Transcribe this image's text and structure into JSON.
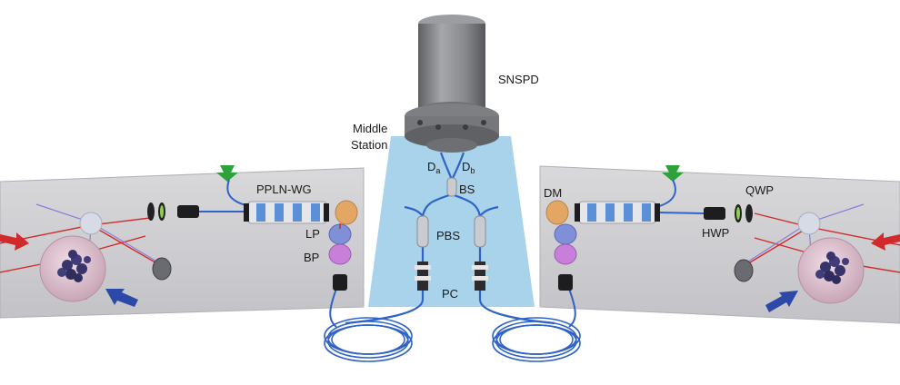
{
  "labels": {
    "snspd": "SNSPD",
    "middle_station_line1": "Middle",
    "middle_station_line2": "Station",
    "da_main": "D",
    "da_sub": "a",
    "db_main": "D",
    "db_sub": "b",
    "bs": "BS",
    "pbs": "PBS",
    "pc": "PC",
    "ppln_wg": "PPLN-WG",
    "lp": "LP",
    "bp": "BP",
    "dm": "DM",
    "qwp": "QWP",
    "hwp": "HWP"
  },
  "colors": {
    "platform": "#cfcfd2",
    "platform_edge": "#b9b9bd",
    "middle_strip": "#a9d3ea",
    "fiber": "#2f63c7",
    "laser_red": "#d22a2a",
    "pump_green": "#2ea23a",
    "pump_blue": "#2d49a8",
    "waveguide_blue": "#5b8fd6",
    "lp_color": "#7f8fd8",
    "bp_color": "#c77fd9",
    "dm_color": "#e3a763",
    "cryostat": "#8d8f93"
  },
  "icons": [
    "cryostat-icon",
    "beam-splitter-icon",
    "polarization-beam-splitter-icon",
    "polarization-controller-icon",
    "fiber-spool-icon",
    "waveguide-icon",
    "atom-cloud-icon",
    "arrow-icon",
    "filter-icon",
    "waveplate-icon",
    "lens-icon",
    "mirror-icon"
  ]
}
